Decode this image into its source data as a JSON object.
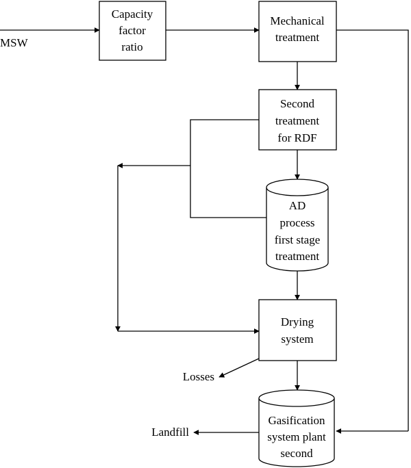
{
  "diagram": {
    "input_label": "MSW",
    "nodes": {
      "capacity": {
        "lines": [
          "Capacity",
          "factor",
          "ratio"
        ]
      },
      "mechanical": {
        "lines": [
          "Mechanical",
          "treatment"
        ]
      },
      "second": {
        "lines": [
          "Second",
          "treatment",
          "for RDF"
        ]
      },
      "ad": {
        "lines": [
          "AD",
          "process",
          "first stage",
          "treatment"
        ]
      },
      "drying": {
        "lines": [
          "Drying",
          "system"
        ]
      },
      "gasification": {
        "lines": [
          "Gasification",
          "system plant",
          "second"
        ]
      }
    },
    "outputs": {
      "losses": "Losses",
      "landfill": "Landfill"
    }
  }
}
